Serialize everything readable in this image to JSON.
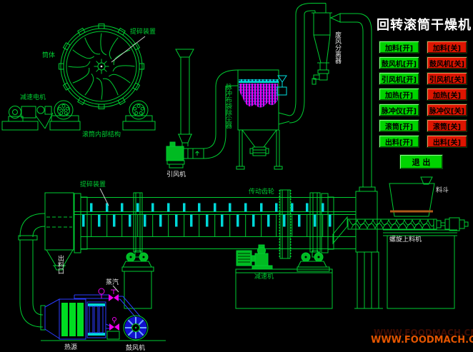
{
  "title": "回转滚筒干燥机",
  "watermark": {
    "text": "WWW.FOODMACH.CN",
    "shadow": "WWW.FOODMACH.CN"
  },
  "panel": {
    "on_buttons": [
      "加料[开]",
      "鼓风机[开]",
      "引风机[开]",
      "加热[开]",
      "脉冲仪[开]",
      "滚筒[开]",
      "出料[开]"
    ],
    "off_buttons": [
      "加料[关]",
      "鼓风机[关]",
      "引风机[关]",
      "加热[关]",
      "脉冲仪[关]",
      "滚筒[关]",
      "出料[关]"
    ],
    "exit": "退 出"
  },
  "labels": {
    "lifter_device_top": "提碎装置",
    "shell": "筒体",
    "gear_motor": "减速电机",
    "drum_internal": "滚筒内部结构",
    "bag_filter": "脉冲布袋除尘器",
    "induced_fan": "引风机",
    "cyclone": "废风分离器",
    "lifter_device_drum": "提碎装置",
    "drive_gear": "传动齿轮",
    "reducer": "减速机",
    "discharge_port": "出料口",
    "steam": "蒸汽",
    "heat_source": "热源",
    "blower": "鼓风机",
    "hopper": "料斗",
    "screw_feeder": "螺旋上料机"
  },
  "colors": {
    "line": "#00cd32",
    "cyan": "#00e0e0",
    "magenta": "#ee00ee",
    "blue": "#2b3cff",
    "button_on": "#00d400",
    "button_off": "#dd1500",
    "watermark": "#e55500"
  }
}
